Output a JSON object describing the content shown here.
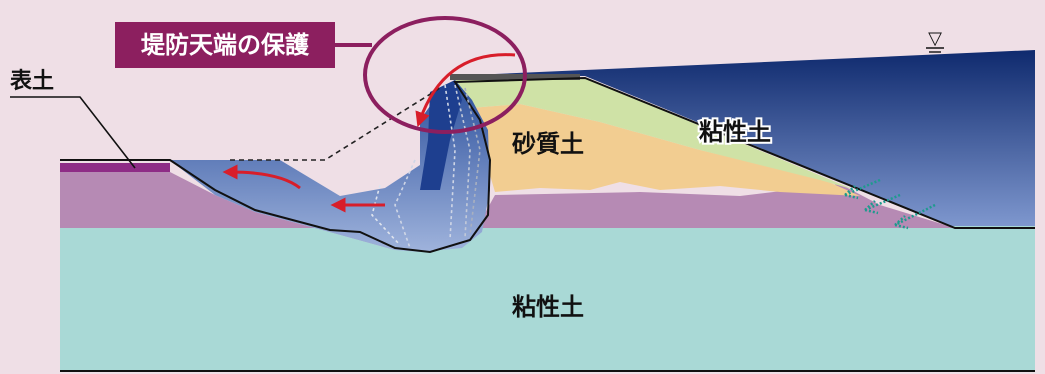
{
  "labels": {
    "callout": "堤防天端の保護",
    "topsoil": "表土",
    "sandy_soil": "砂質土",
    "clay_embankment": "粘性土",
    "clay_foundation": "粘性土",
    "water_level_symbol": "▽"
  },
  "colors": {
    "background": "#efdfe6",
    "river_deep": "#0f2a6e",
    "river_light": "#7f98cf",
    "foundation_clay": "#a9d9d6",
    "purple_layer": "#b68ab4",
    "sandy_soil": "#f2cd91",
    "clay_embankment": "#cfe2a6",
    "topsoil": "#8e2c86",
    "callout": "#8c1f5f",
    "flow_arrow": "#d81e2a",
    "seepage_arrow": "#1e9a8e"
  }
}
